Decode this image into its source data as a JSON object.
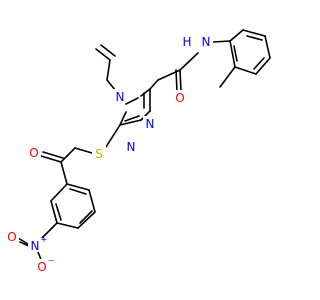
{
  "colors": {
    "background": "#ffffff",
    "bond": "#000000",
    "nitrogen": "#0000ff",
    "oxygen": "#ff0000",
    "sulfur": "#b8b800"
  },
  "molecule": {
    "atoms": [
      {
        "id": "N_amide",
        "text": "N",
        "element": "N"
      },
      {
        "id": "H_amide",
        "text": "H",
        "element": "N"
      },
      {
        "id": "O_amide",
        "text": "O",
        "element": "O"
      },
      {
        "id": "N4",
        "text": "N",
        "element": "N"
      },
      {
        "id": "N2",
        "text": "N",
        "element": "N"
      },
      {
        "id": "N1",
        "text": "N",
        "element": "N"
      },
      {
        "id": "S",
        "text": "S",
        "element": "S"
      },
      {
        "id": "O_ketone",
        "text": "O",
        "element": "O"
      },
      {
        "id": "N_nitro",
        "text": "N",
        "element": "N"
      },
      {
        "id": "N_nitro_plus",
        "text": "+",
        "element": "N"
      },
      {
        "id": "O_nitro_double",
        "text": "O",
        "element": "O"
      },
      {
        "id": "O_nitro_single",
        "text": "O",
        "element": "O"
      },
      {
        "id": "O_nitro_minus",
        "text": "−",
        "element": "O"
      }
    ]
  }
}
